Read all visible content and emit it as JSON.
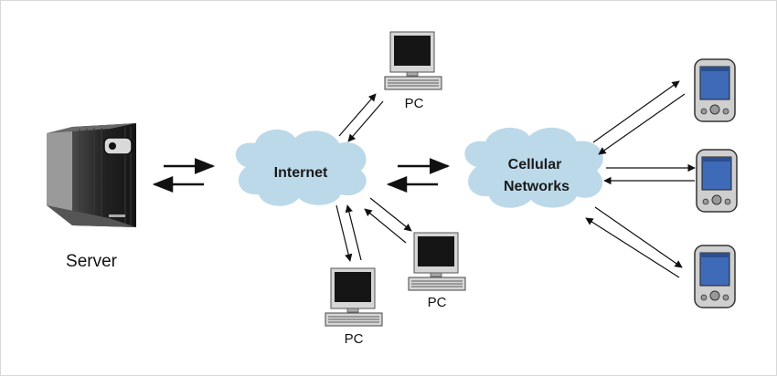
{
  "nodes": {
    "server": {
      "label": "Server",
      "icon": "server-tower-icon"
    },
    "internet": {
      "label": "Internet",
      "icon": "cloud-icon"
    },
    "cellular": {
      "label_line1": "Cellular",
      "label_line2": "Networks",
      "icon": "cloud-icon"
    },
    "pc_top": {
      "label": "PC",
      "icon": "desktop-pc-icon"
    },
    "pc_bottom_right": {
      "label": "PC",
      "icon": "desktop-pc-icon"
    },
    "pc_bottom_left": {
      "label": "PC",
      "icon": "desktop-pc-icon"
    },
    "pda_top": {
      "icon": "pda-icon"
    },
    "pda_middle": {
      "icon": "pda-icon"
    },
    "pda_bottom": {
      "icon": "pda-icon"
    }
  },
  "colors": {
    "cloud_fill": "#bcd9ea",
    "server_body": "#2b2b2b",
    "monitor_frame": "#d6d6d6",
    "monitor_screen": "#151515",
    "pda_body": "#cfcfcf",
    "pda_screen": "#3f6ab8",
    "arrow": "#111111"
  }
}
